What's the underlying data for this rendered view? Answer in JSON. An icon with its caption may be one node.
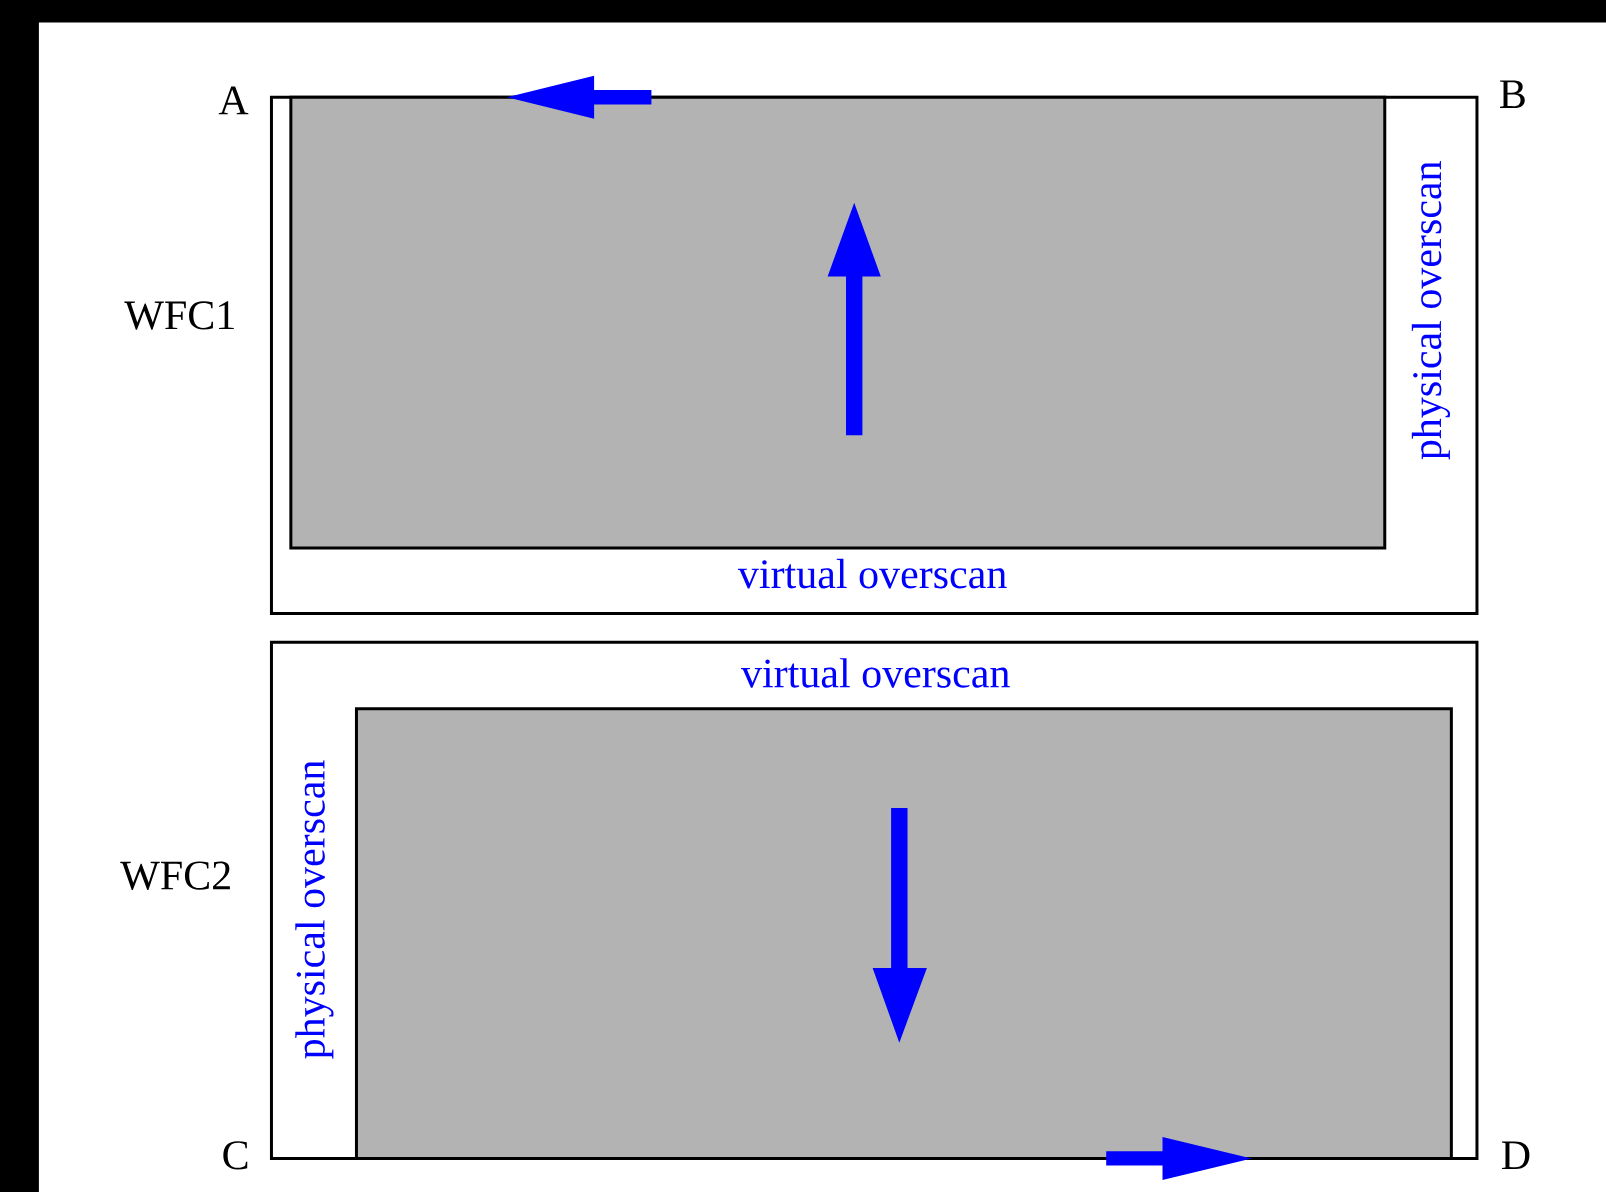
{
  "diagram": {
    "nodes": [
      {
        "text": [
          "virtual overscan",
          "physical overscan"
        ],
        "beside": [
          "WFC1"
        ]
      },
      {
        "text": [],
        "shape": "box",
        "in": 0
      },
      {
        "text": [
          "virtual overscan",
          "physical overscan"
        ],
        "beside": [
          "WFC2"
        ]
      },
      {
        "text": [],
        "shape": "box",
        "in": 2
      }
    ],
    "labels": [
      "A",
      "B",
      "C",
      "D"
    ]
  }
}
